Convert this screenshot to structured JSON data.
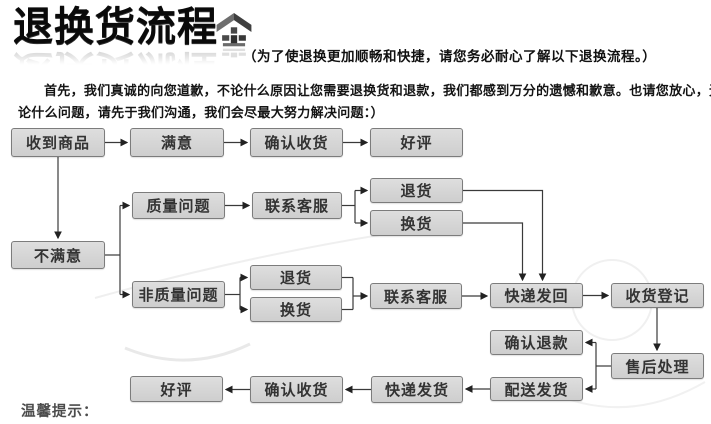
{
  "header": {
    "logo_text": "退换货流程",
    "tagline": "（为了使退换更加顺畅和快捷，请您务必耐心了解以下退换流程。）"
  },
  "intro": {
    "line1": "首先，我们真诚的向您道歉，不论什么原因让您需要退换货和退款，我们都感到万分的遗憾和歉意。也请您放心，无",
    "line2": "论什么问题，请先于我们沟通，我们会尽最大努力解决问题：）"
  },
  "flowchart": {
    "nodes": {
      "received": {
        "label": "收到商品"
      },
      "satisfied": {
        "label": "满意"
      },
      "confirm_receipt_top": {
        "label": "确认收货"
      },
      "good_review_top": {
        "label": "好评"
      },
      "quality_issue": {
        "label": "质量问题"
      },
      "contact_cs_quality": {
        "label": "联系客服"
      },
      "return_quality": {
        "label": "退货"
      },
      "exchange_quality": {
        "label": "换货"
      },
      "not_satisfied": {
        "label": "不满意"
      },
      "non_quality_issue": {
        "label": "非质量问题"
      },
      "return_nonquality": {
        "label": "退货"
      },
      "exchange_nonquality": {
        "label": "换货"
      },
      "contact_cs_nonquality": {
        "label": "联系客服"
      },
      "express_send_back": {
        "label": "快递发回"
      },
      "receipt_registration": {
        "label": "收货登记"
      },
      "after_sales": {
        "label": "售后处理"
      },
      "confirm_refund": {
        "label": "确认退款"
      },
      "dispatch_goods": {
        "label": "配送发货"
      },
      "express_dispatch": {
        "label": "快递发货"
      },
      "confirm_receipt_bottom": {
        "label": "确认收货"
      },
      "good_review_bottom": {
        "label": "好评"
      }
    }
  },
  "footer": {
    "tips_label": "温馨提示："
  },
  "colors": {
    "node_fill": "#d6d6d6",
    "node_border": "#7c7c7c",
    "node_text": "#333333",
    "connector": "#333333",
    "logo_text": "#0a0a0a"
  },
  "icons": {
    "logo": "house-arrow-icon"
  }
}
